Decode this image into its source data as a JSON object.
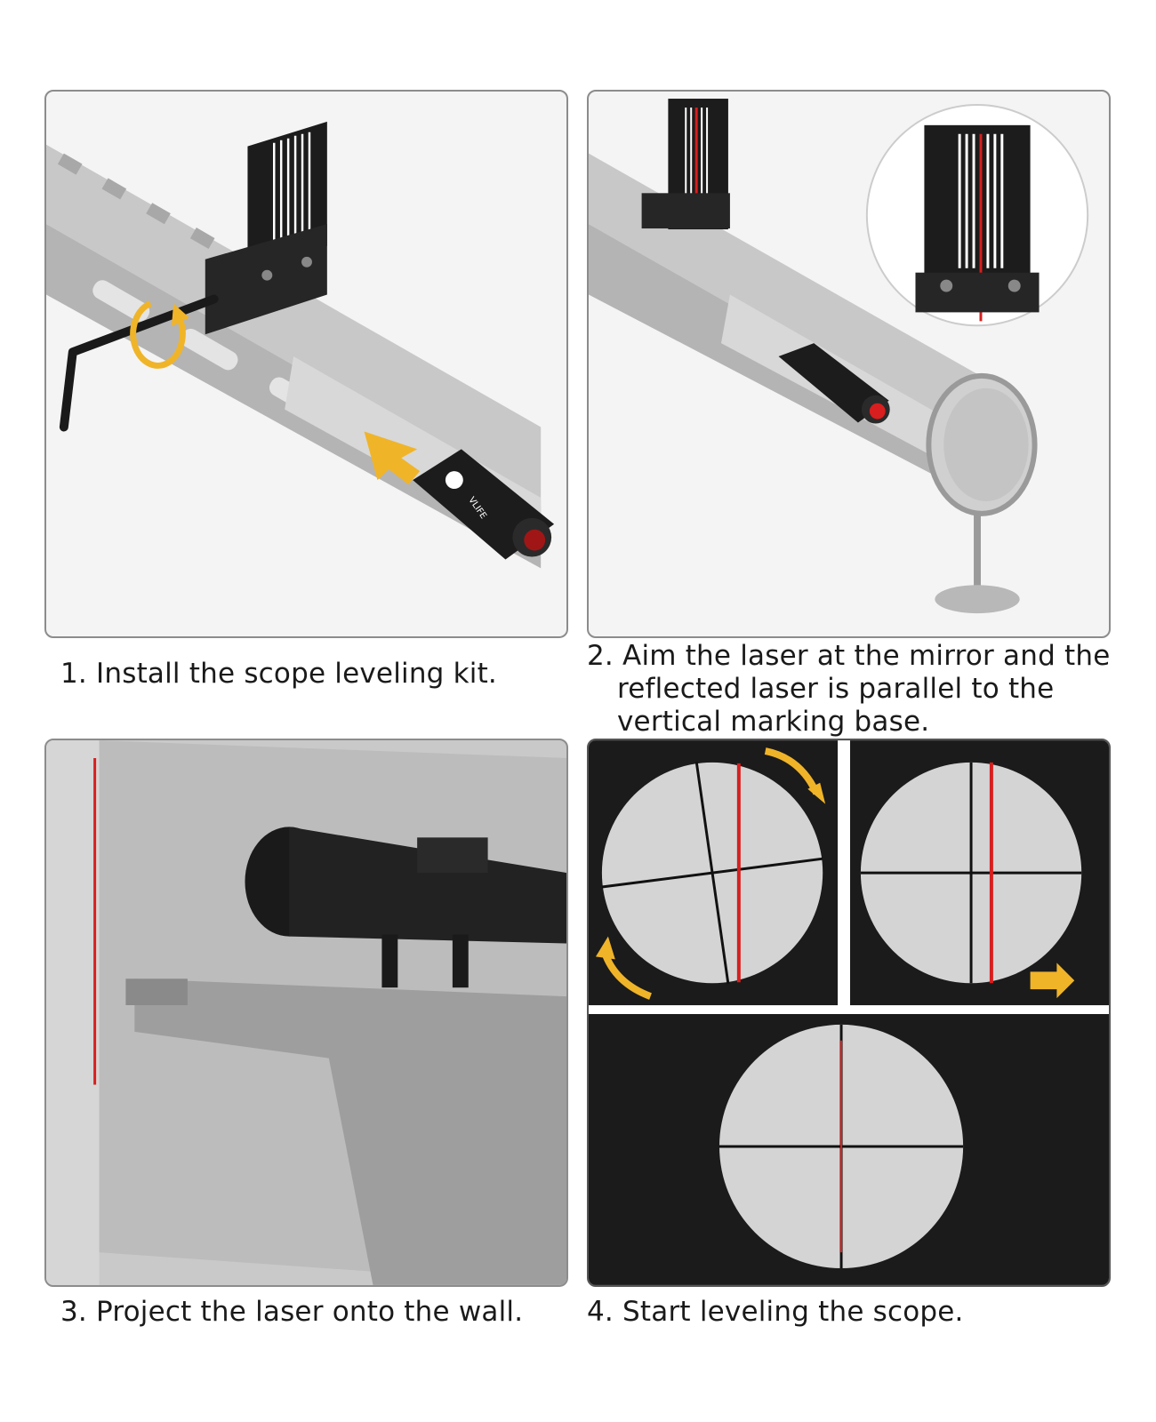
{
  "steps": [
    {
      "caption": "1. Install the scope leveling kit."
    },
    {
      "caption_line1": "2. Aim the laser at the mirror and the",
      "caption_line2": "reflected laser is parallel to the",
      "caption_line3": "vertical marking base."
    },
    {
      "caption": "3. Project the laser onto the wall."
    },
    {
      "caption": "4. Start leveling the scope."
    }
  ],
  "brand": {
    "logo_text": "VLIFE"
  },
  "colors": {
    "laser": "#d81e1e",
    "arrow": "#f0b429",
    "device": "#1c1c1c",
    "rail": "#bdbdbd"
  }
}
